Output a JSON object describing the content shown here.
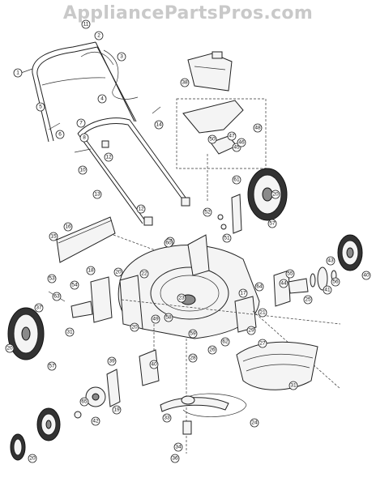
{
  "watermark": "AppliancePartsPros.com",
  "callouts": [
    "1",
    "2",
    "3",
    "4",
    "5",
    "6",
    "7",
    "8",
    "10",
    "11",
    "12",
    "12",
    "13",
    "14",
    "15",
    "16",
    "17",
    "18",
    "19",
    "20",
    "20",
    "20",
    "20",
    "20",
    "21",
    "21",
    "22",
    "23",
    "24",
    "25",
    "26",
    "27",
    "28",
    "29",
    "31",
    "31",
    "33",
    "34",
    "36",
    "37",
    "38",
    "39",
    "40",
    "40",
    "41",
    "42",
    "43",
    "44",
    "45",
    "46",
    "47",
    "48",
    "49",
    "50",
    "51",
    "52",
    "53",
    "54",
    "55",
    "56",
    "57",
    "57",
    "58",
    "59",
    "60",
    "61",
    "62",
    "63",
    "64",
    "65"
  ]
}
